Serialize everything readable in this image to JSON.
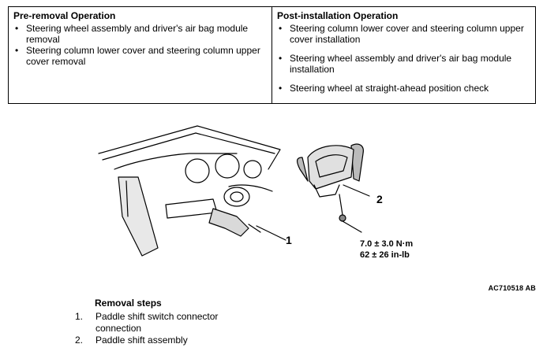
{
  "pre_removal": {
    "title": "Pre-removal Operation",
    "items": [
      "Steering wheel assembly and driver's air bag module removal",
      "Steering column lower cover and steering column upper cover removal"
    ]
  },
  "post_installation": {
    "title": "Post-installation Operation",
    "items": [
      "Steering column lower cover and steering column upper cover installation",
      "Steering wheel assembly and driver's air bag module installation",
      "Steering wheel at straight-ahead position check"
    ]
  },
  "figure": {
    "callout_1": "1",
    "callout_2": "2",
    "torque_nm": "7.0 ± 3.0 N·m",
    "torque_inlb": "62 ± 26 in-lb",
    "code": "AC710518 AB"
  },
  "removal": {
    "title": "Removal steps",
    "steps": [
      {
        "num": "1.",
        "text": "Paddle shift switch connector connection"
      },
      {
        "num": "2.",
        "text": "Paddle shift assembly"
      }
    ]
  }
}
